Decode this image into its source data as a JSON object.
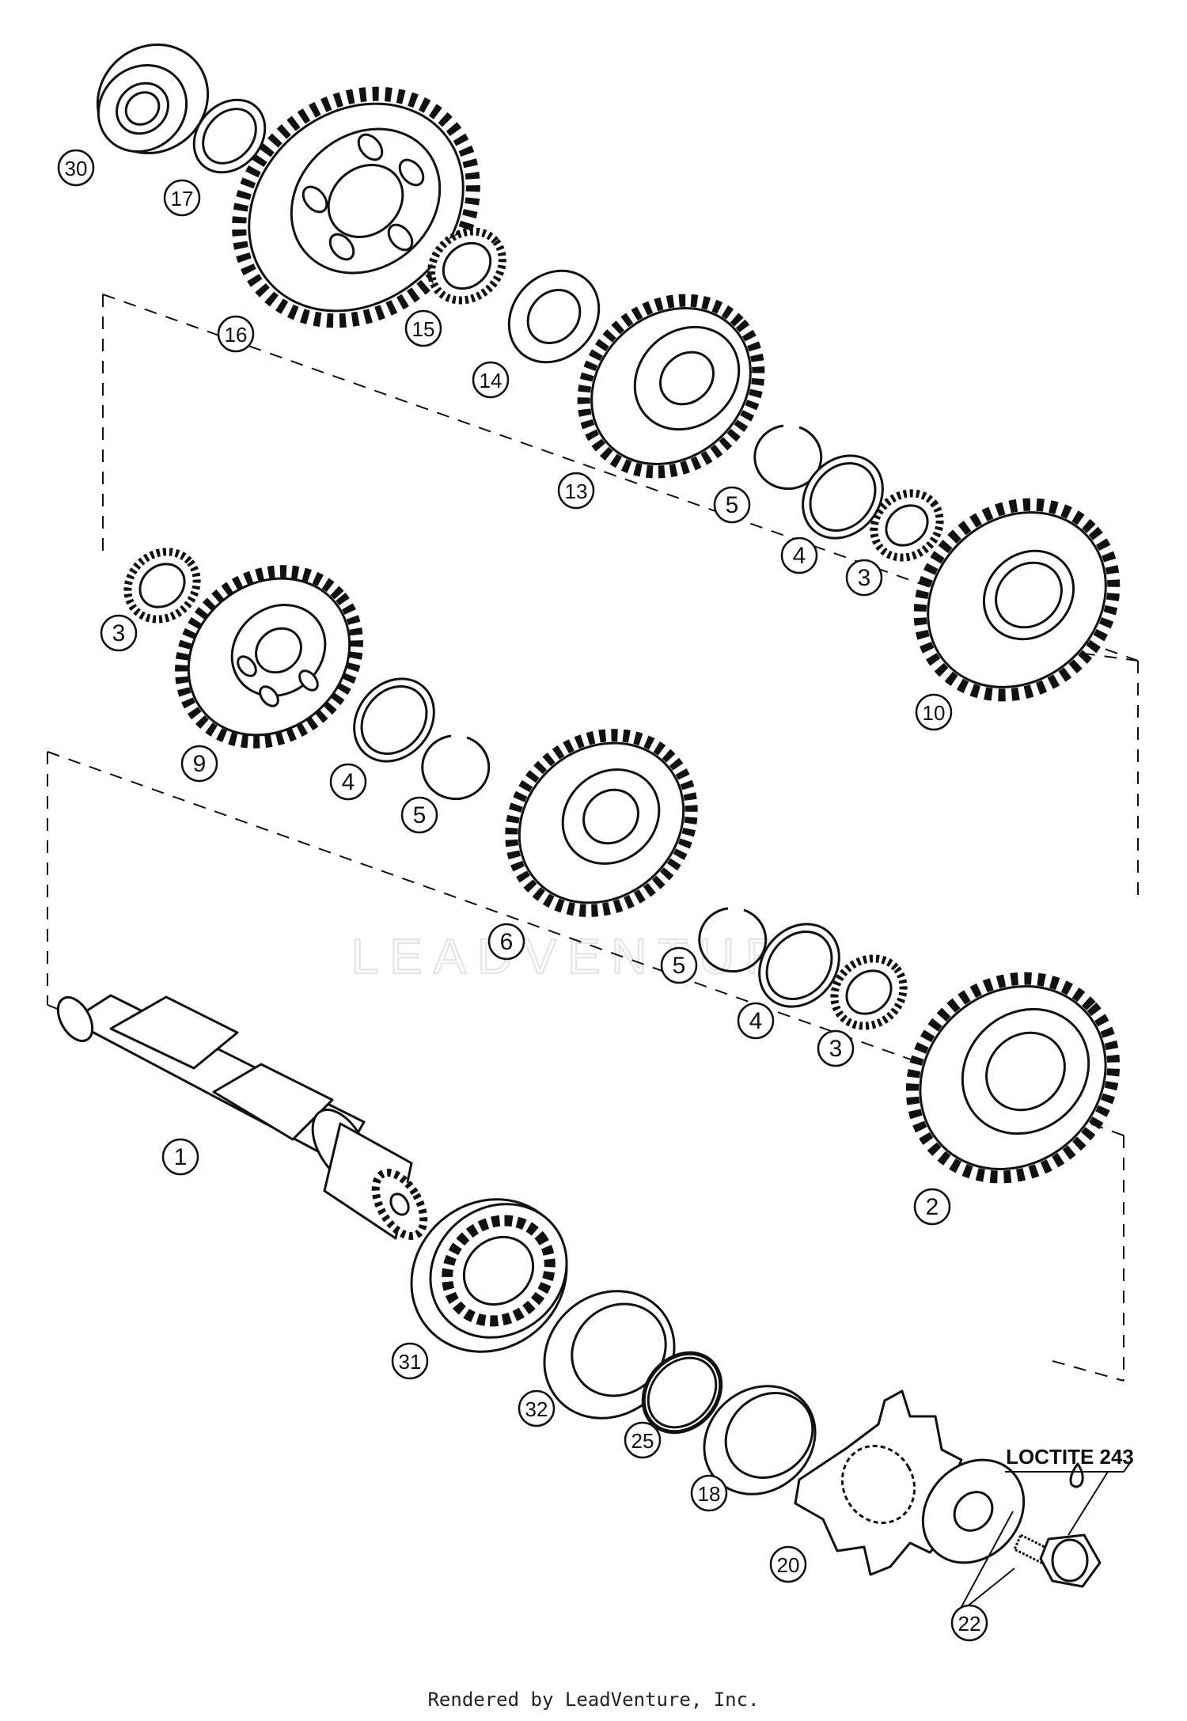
{
  "diagram": {
    "callouts": [
      {
        "id": "c30",
        "label": "30"
      },
      {
        "id": "c17",
        "label": "17"
      },
      {
        "id": "c16",
        "label": "16"
      },
      {
        "id": "c15",
        "label": "15"
      },
      {
        "id": "c14",
        "label": "14"
      },
      {
        "id": "c13",
        "label": "13"
      },
      {
        "id": "c5a",
        "label": "5"
      },
      {
        "id": "c4a",
        "label": "4"
      },
      {
        "id": "c3a",
        "label": "3"
      },
      {
        "id": "c10",
        "label": "10"
      },
      {
        "id": "c3b",
        "label": "3"
      },
      {
        "id": "c9",
        "label": "9"
      },
      {
        "id": "c4b",
        "label": "4"
      },
      {
        "id": "c5b",
        "label": "5"
      },
      {
        "id": "c6",
        "label": "6"
      },
      {
        "id": "c5c",
        "label": "5"
      },
      {
        "id": "c4c",
        "label": "4"
      },
      {
        "id": "c3c",
        "label": "3"
      },
      {
        "id": "c1",
        "label": "1"
      },
      {
        "id": "c2",
        "label": "2"
      },
      {
        "id": "c31",
        "label": "31"
      },
      {
        "id": "c32",
        "label": "32"
      },
      {
        "id": "c25",
        "label": "25"
      },
      {
        "id": "c18",
        "label": "18"
      },
      {
        "id": "c20",
        "label": "20"
      },
      {
        "id": "c22",
        "label": "22"
      }
    ],
    "note": "LOCTITE 243",
    "watermark": "LEADVENTURE",
    "footer": "Rendered by LeadVenture, Inc."
  },
  "colors": {
    "ink": "#111111",
    "watermark": "#e6e6e6"
  }
}
